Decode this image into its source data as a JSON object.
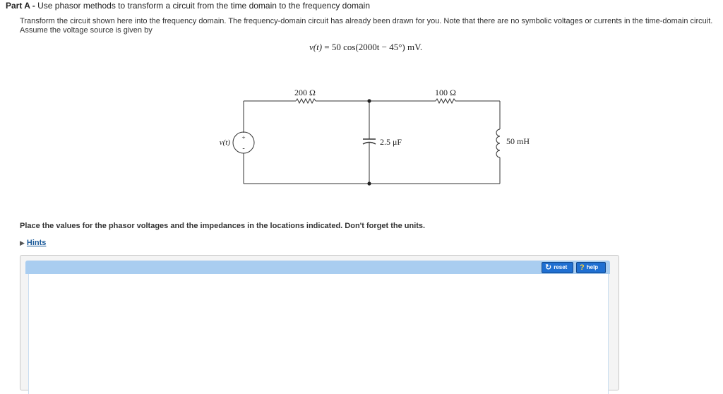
{
  "part": {
    "label": "Part A",
    "separator": " - ",
    "title": "Use phasor methods to transform a circuit from the time domain to the frequency domain"
  },
  "intro": {
    "line1": "Transform the circuit shown here into the frequency domain. The frequency-domain circuit has already been drawn for you. Note that there are no symbolic voltages or currents in the time-domain circuit.",
    "line2": "Assume the voltage source is given by"
  },
  "equation": {
    "lhs": "v(t)",
    "rhs": "= 50 cos(2000t − 45°) mV."
  },
  "circuit": {
    "source_label": "v(t)",
    "source_plus": "+",
    "source_minus": "-",
    "r1_label": "200 Ω",
    "r2_label": "100 Ω",
    "c_label": "2.5 μF",
    "l_label": "50 mH"
  },
  "instruction": "Place the values for the phasor voltages and the impedances in the locations indicated. Don't forget the units.",
  "hints_label": "Hints",
  "toolbar": {
    "reset_label": "reset",
    "help_label": "help",
    "reset_icon": "refresh-icon",
    "help_icon": "question-icon"
  },
  "colors": {
    "toolbar_bar": "#a9cdf0",
    "button_bg": "#1f6fd1",
    "link": "#1a5a9a"
  }
}
